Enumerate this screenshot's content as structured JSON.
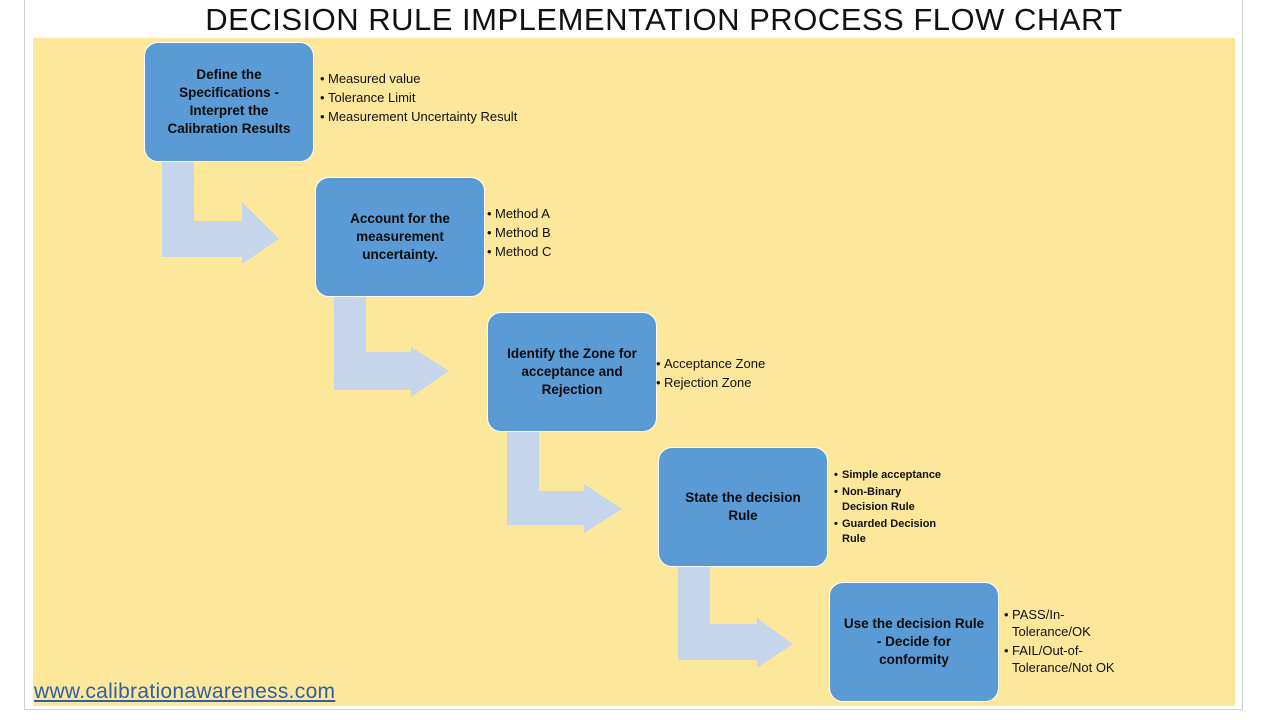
{
  "title": "DECISION RULE IMPLEMENTATION PROCESS FLOW CHART",
  "colors": {
    "canvas": "#fde79b",
    "box": "#5b9bd5",
    "arrow": "#c5d6ec",
    "link": "#2e5fa8"
  },
  "steps": [
    {
      "label": "Define the\nSpecifications -\nInterpret the\nCalibration Results",
      "bullets": [
        "Measured value",
        "Tolerance Limit",
        "Measurement Uncertainty Result"
      ]
    },
    {
      "label": "Account for the\nmeasurement\nuncertainty.",
      "bullets": [
        "Method A",
        "Method B",
        "Method C"
      ]
    },
    {
      "label": "Identify the Zone for\nacceptance and\nRejection",
      "bullets": [
        "Acceptance Zone",
        "Rejection Zone"
      ]
    },
    {
      "label": "State the decision\nRule",
      "bullets": [
        "Simple acceptance",
        "Non-Binary\nDecision Rule",
        "Guarded Decision\nRule"
      ]
    },
    {
      "label": "Use the decision Rule\n-  Decide for\nconformity",
      "bullets": [
        "PASS/In-\nTolerance/OK",
        "FAIL/Out-of-\nTolerance/Not OK"
      ]
    }
  ],
  "footer": {
    "link": "www.calibrationawareness.com"
  }
}
